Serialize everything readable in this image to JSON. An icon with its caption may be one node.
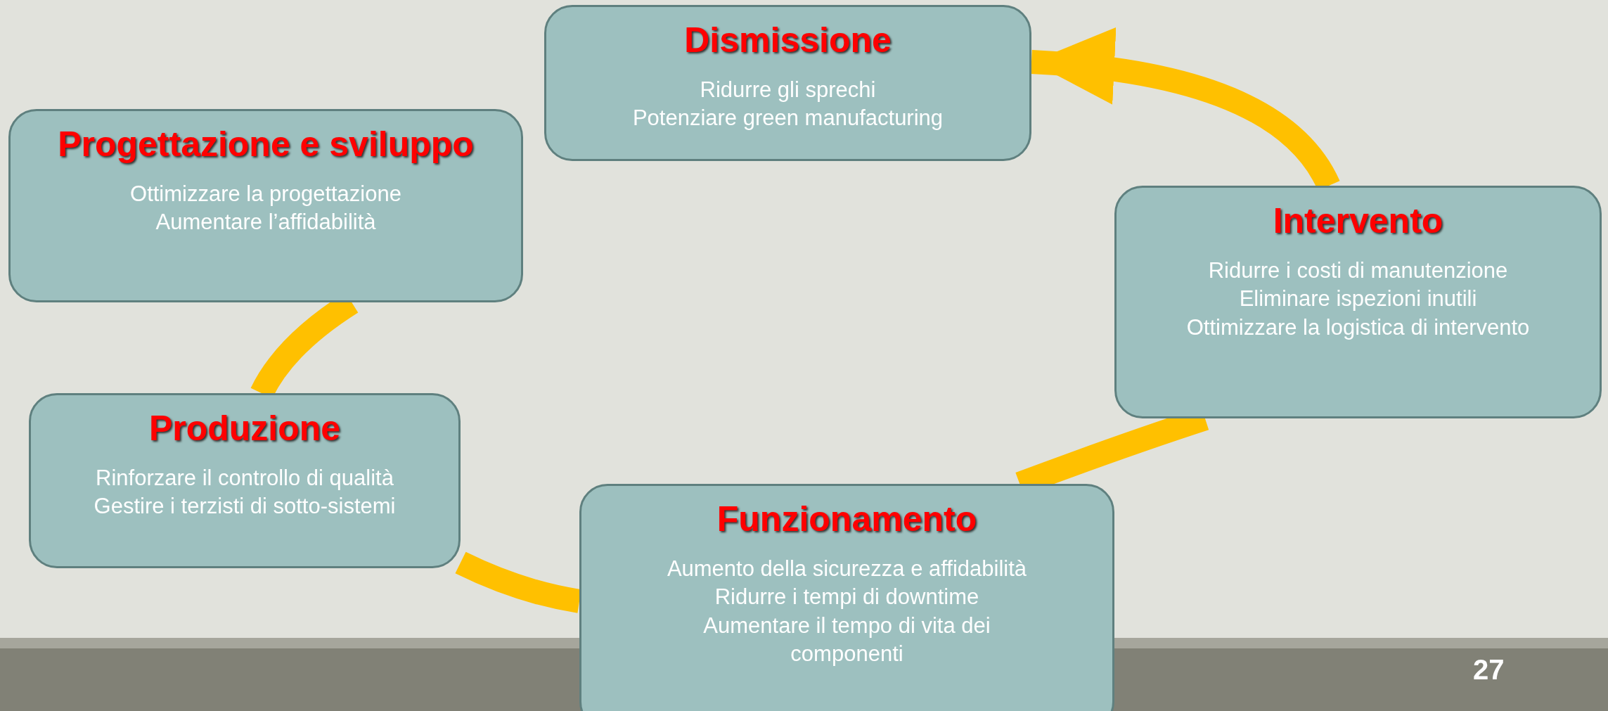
{
  "diagram": {
    "nodes": [
      {
        "text": [
          "Dismissione",
          "Ridurre gli sprechi",
          "Potenziare green manufacturing"
        ]
      },
      {
        "text": [
          "Progettazione e sviluppo",
          "Ottimizzare la progettazione",
          "Aumentare l’affidabilità"
        ]
      },
      {
        "text": [
          "Intervento",
          "Ridurre i costi di manutenzione",
          "Eliminare ispezioni inutili",
          "Ottimizzare la logistica di intervento"
        ]
      },
      {
        "text": [
          "Produzione",
          "Rinforzare il controllo di qualità",
          "Gestire i terzisti di sotto-sistemi"
        ]
      },
      {
        "text": [
          "Funzionamento",
          "Aumento della sicurezza e affidabilità",
          "Ridurre i tempi di downtime",
          "Aumentare il tempo di vita dei componenti"
        ]
      }
    ],
    "edges": [
      {
        "from": 1,
        "to": 3,
        "arrow": "none"
      },
      {
        "from": 3,
        "to": 4,
        "arrow": "none"
      },
      {
        "from": 4,
        "to": 2,
        "arrow": "none"
      },
      {
        "from": 2,
        "to": 0,
        "arrow": "to"
      }
    ],
    "labels": [
      "27"
    ]
  }
}
